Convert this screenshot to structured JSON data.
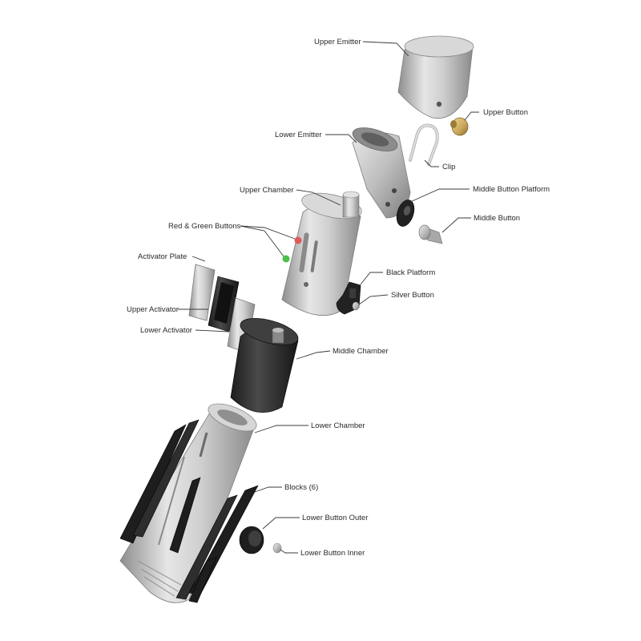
{
  "labels": {
    "upper_emitter": "Upper Emitter",
    "upper_button": "Upper Button",
    "lower_emitter": "Lower Emitter",
    "clip": "Clip",
    "middle_button_platform": "Middle Button Platform",
    "upper_chamber": "Upper Chamber",
    "red_green_buttons": "Red & Green Buttons",
    "middle_button": "Middle Button",
    "activator_plate": "Activator Plate",
    "black_platform": "Black Platform",
    "silver_button": "Silver Button",
    "upper_activator": "Upper Activator",
    "lower_activator": "Lower Activator",
    "middle_chamber": "Middle Chamber",
    "lower_chamber": "Lower Chamber",
    "blocks": "Blocks (6)",
    "lower_button_outer": "Lower Button Outer",
    "lower_button_inner": "Lower Button Inner"
  },
  "colors": {
    "metal": "#c4c4c4",
    "dark": "#2b2b2b",
    "brass": "#c8a55a",
    "red_button": "#e05a5a",
    "green_button": "#4cc04c"
  }
}
